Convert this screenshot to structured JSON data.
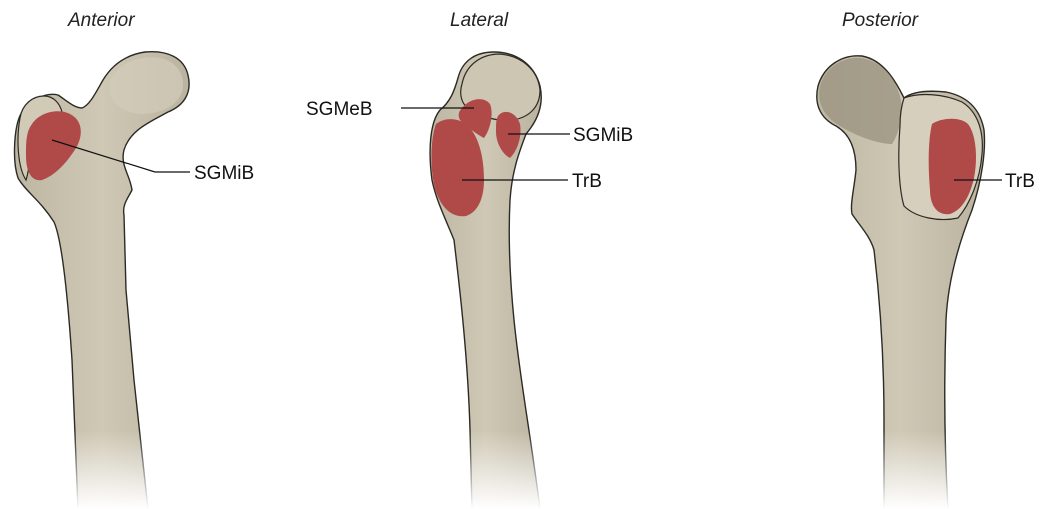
{
  "views": {
    "anterior": {
      "title": "Anterior",
      "labels": {
        "sgmib": "SGMiB"
      }
    },
    "lateral": {
      "title": "Lateral",
      "labels": {
        "sgmeb": "SGMeB",
        "sgmib": "SGMiB",
        "trb": "TrB"
      }
    },
    "posterior": {
      "title": "Posterior",
      "labels": {
        "trb": "TrB"
      }
    }
  },
  "colors": {
    "bone": "#c9c2af",
    "bone_shadow": "#a69f8b",
    "bursa": "#b04a48",
    "background": "#ffffff"
  }
}
